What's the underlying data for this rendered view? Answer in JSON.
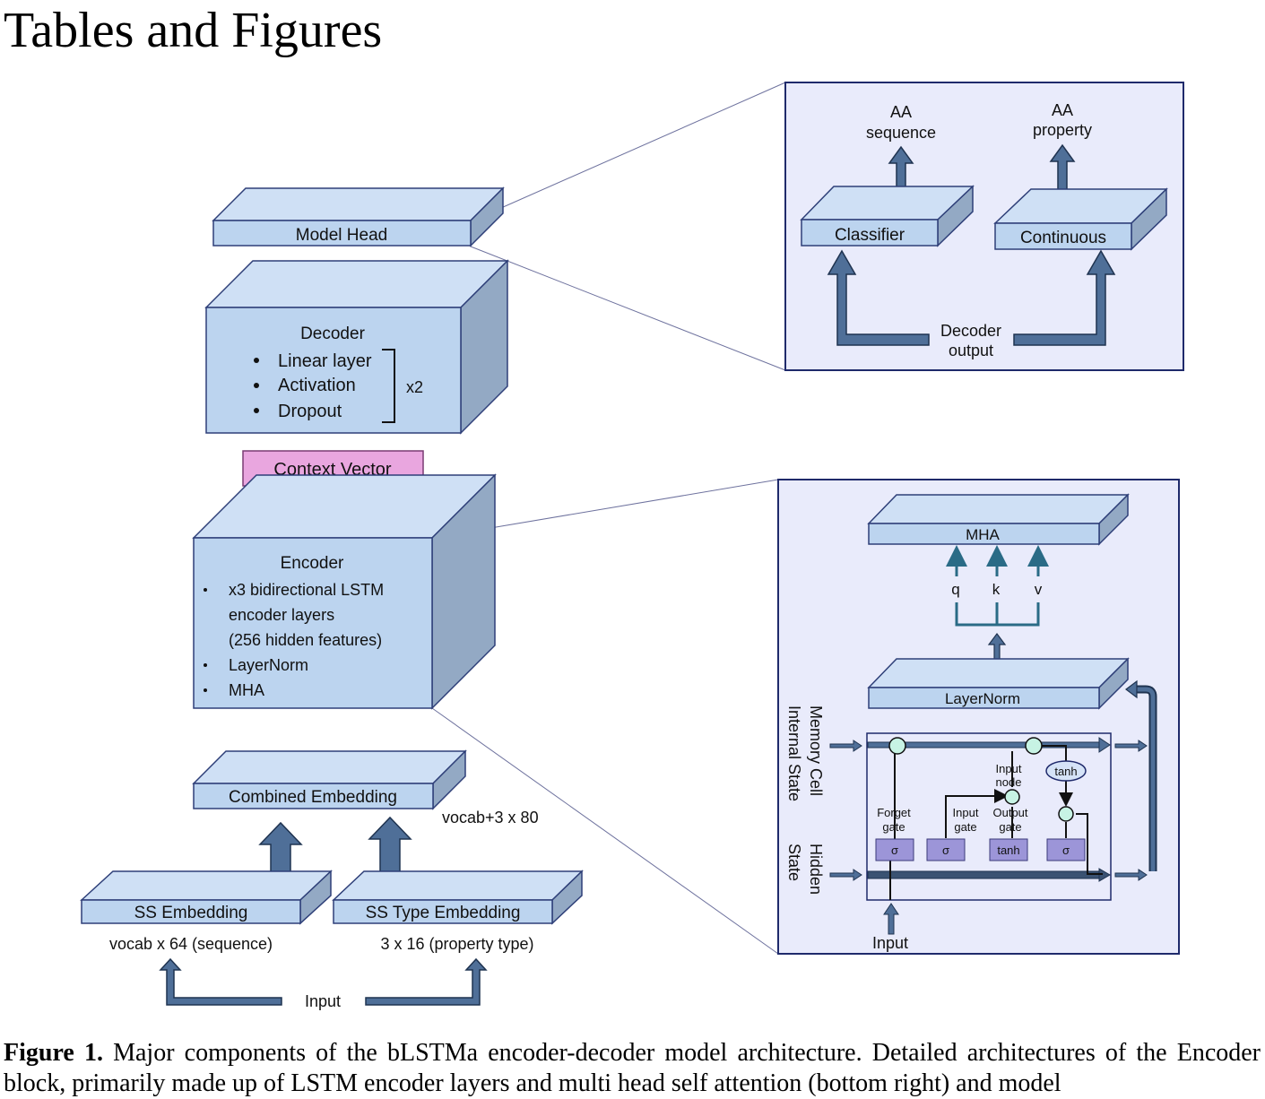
{
  "page": {
    "title": "Tables and Figures"
  },
  "caption": {
    "label": "Figure 1.",
    "text": "Major components of the bLSTMa encoder-decoder model architecture. Detailed architectures of the Encoder block, primarily made up of LSTM encoder layers and multi head self attention (bottom right) and model"
  },
  "left": {
    "model_head": "Model Head",
    "decoder": {
      "title": "Decoder",
      "items": [
        "Linear layer",
        "Activation",
        "Dropout"
      ],
      "repeat": "x2"
    },
    "context_vector": "Context Vector",
    "encoder": {
      "title": "Encoder",
      "lines": [
        "x3 bidirectional LSTM",
        "encoder layers",
        "(256 hidden features)",
        "LayerNorm",
        "MHA"
      ]
    },
    "combined_embedding": "Combined Embedding",
    "combined_dims": "vocab+3 x 80",
    "ss_embedding": "SS Embedding",
    "ss_type_embedding": "SS Type Embedding",
    "ss_dims": "vocab x 64 (sequence)",
    "ss_type_dims": "3 x 16 (property type)",
    "input": "Input"
  },
  "head_detail": {
    "out1_a": "AA",
    "out1_b": "sequence",
    "out2_a": "AA",
    "out2_b": "property",
    "classifier": "Classifier",
    "continuous": "Continuous",
    "decoder_out_a": "Decoder",
    "decoder_out_b": "output"
  },
  "encoder_detail": {
    "mha": "MHA",
    "q": "q",
    "k": "k",
    "v": "v",
    "layernorm": "LayerNorm",
    "memory_cell": "Memory Cell",
    "internal_state": "Internal State",
    "hidden": "Hidden",
    "state": "State",
    "tanh_top": "tanh",
    "input_node_a": "Input",
    "input_node_b": "node",
    "forget_a": "Forget",
    "forget_b": "gate",
    "input_gate_a": "Input",
    "input_gate_b": "gate",
    "output_gate_a": "Output",
    "output_gate_b": "gate",
    "sigma": "σ",
    "tanh_gate": "tanh",
    "input": "Input"
  },
  "colors": {
    "box_face": "#bcd4ef",
    "box_top": "#cfe0f5",
    "box_side": "#93a9c4",
    "box_stroke": "#2e3f78",
    "panel_fill": "#e9ebfb",
    "panel_stroke": "#1f2a6b",
    "arrow_fill": "#4f6f98",
    "arrow_stroke": "#1f3350",
    "context_fill": "#e9a6df",
    "teal": "#2a6b86",
    "gate_fill": "#9c95d8",
    "node_fill": "#c7f3e4"
  }
}
